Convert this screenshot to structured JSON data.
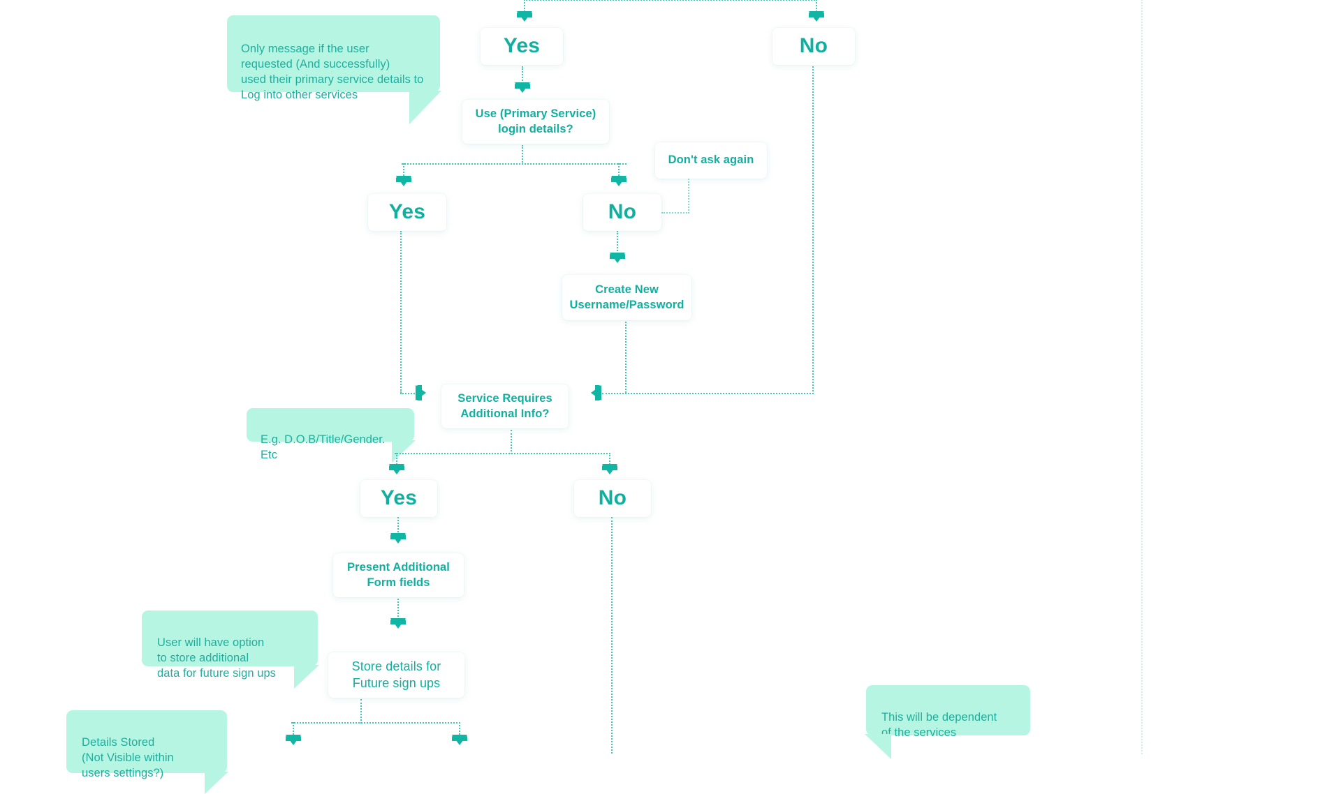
{
  "diagram": {
    "title": "Service sign-up / login decision flow",
    "colors": {
      "accent": "#10b5a4",
      "connector": "#3fc8b8",
      "callout_bg": "#b6f5e2",
      "callout_text": "#1fae9e",
      "node_bg": "#ffffff",
      "page_bg": "#ffffff"
    }
  },
  "nodes": {
    "yes_top": "Yes",
    "no_top": "No",
    "use_primary": "Use (Primary Service)\nlogin details?",
    "yes_r2": "Yes",
    "no_r2": "No",
    "dont_ask_again": "Don't ask again",
    "create_new": "Create New\nUsername/Password",
    "service_requires": "Service Requires\nAdditional Info?",
    "yes_r3": "Yes",
    "no_r3": "No",
    "present_form": "Present Additional\nForm fields",
    "store_details": "Store details for\nFuture sign ups"
  },
  "callouts": {
    "only_message": "Only message if the user\nrequested (And successfully)\nused their primary service details to\nLog into other services",
    "eg_fields": "E.g.  D.O.B/Title/Gender. Etc",
    "user_option": "User will have option\nto store additional\ndata for future sign ups",
    "details_stored": "Details Stored\n(Not Visible within\nusers settings?)",
    "dependent_services": "This will be dependent\nof the services"
  }
}
